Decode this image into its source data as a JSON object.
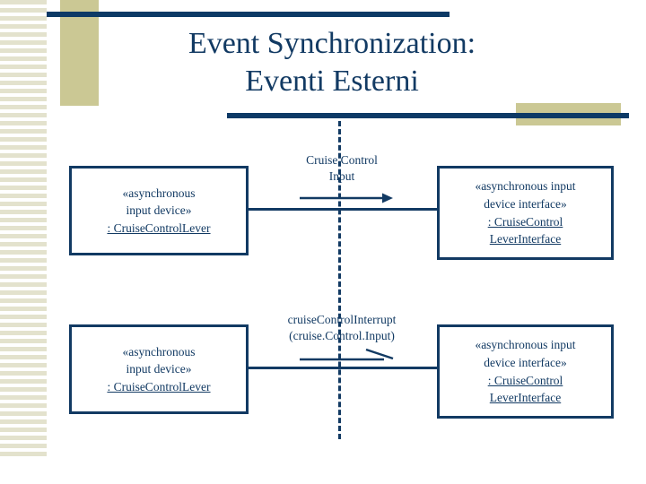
{
  "slide": {
    "title": "Event Synchronization:\nEventi Esterni",
    "accent_navy": "#123a63",
    "accent_tan": "#cbc894",
    "stripe_color": "#e3e2cd",
    "background": "#ffffff"
  },
  "decor": {
    "top_bar": "navy-rule-top",
    "bottom_bar": "navy-rule-bottom",
    "left_block": "tan-block-left",
    "right_block": "tan-block-right",
    "stripes": "striped-edge-pattern"
  },
  "diagram": {
    "type": "uml-communication-diagram",
    "lifeline": "dashed-vertical-boundary",
    "nodes": [
      {
        "id": "box-tl",
        "position": "top-left",
        "stereotype_line1": "«asynchronous",
        "stereotype_line2": "input device»",
        "instance": ": CruiseControlLever"
      },
      {
        "id": "box-tr",
        "position": "top-right",
        "stereotype_line1": "«asynchronous input",
        "stereotype_line2": "device interface»",
        "instance_line1": ": CruiseControl",
        "instance_line2": "LeverInterface"
      },
      {
        "id": "box-bl",
        "position": "bottom-left",
        "stereotype_line1": "«asynchronous",
        "stereotype_line2": "input device»",
        "instance": ": CruiseControlLever"
      },
      {
        "id": "box-br",
        "position": "bottom-right",
        "stereotype_line1": "«asynchronous input",
        "stereotype_line2": "device interface»",
        "instance_line1": ": CruiseControl",
        "instance_line2": "LeverInterface"
      }
    ],
    "messages": [
      {
        "id": "msg-top",
        "label": "Cruise Control\nInput",
        "arrow_style": "filled-solid-arrowhead",
        "direction": "left-to-right"
      },
      {
        "id": "msg-bottom",
        "label": "cruiseControlInterrupt\n(cruise.Control.Input)",
        "arrow_style": "open-half-arrowhead",
        "direction": "left-to-right"
      }
    ]
  }
}
